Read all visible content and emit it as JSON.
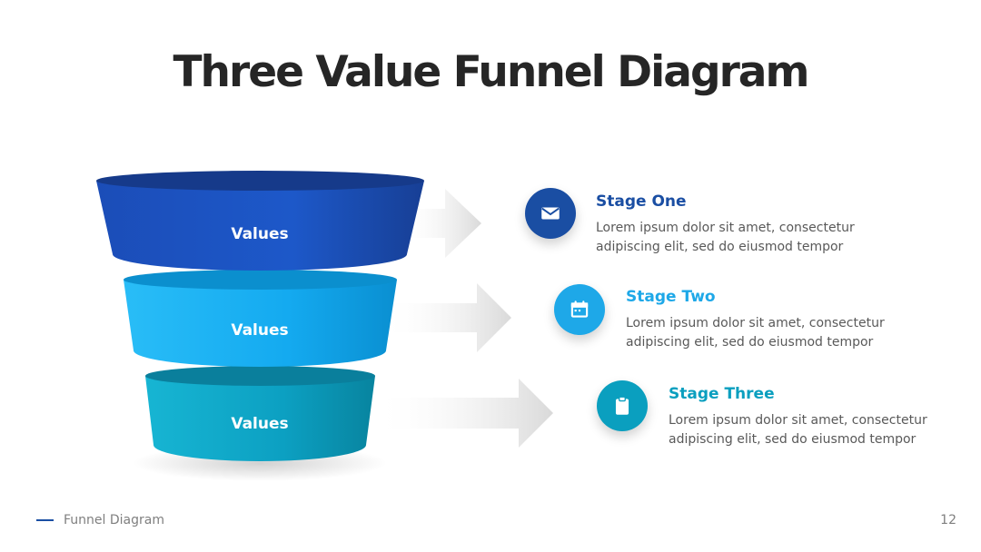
{
  "title": "Three Value Funnel Diagram",
  "funnel": [
    {
      "label": "Values",
      "color_top": "#1a3f98",
      "color_body": "#1c55c4"
    },
    {
      "label": "Values",
      "color_top": "#0a8fd6",
      "color_body": "#18adf0"
    },
    {
      "label": "Values",
      "color_top": "#077f9e",
      "color_body": "#0ea2c2"
    }
  ],
  "stages": [
    {
      "title": "Stage One",
      "line1": "Lorem ipsum dolor sit amet, consectetur",
      "line2": "adipiscing elit, sed do eiusmod tempor",
      "color": "#1a4ea3",
      "icon": "envelope-icon"
    },
    {
      "title": "Stage Two",
      "line1": "Lorem ipsum dolor sit amet, consectetur",
      "line2": "adipiscing elit, sed do eiusmod tempor",
      "color": "#1ea8e8",
      "icon": "calendar-icon"
    },
    {
      "title": "Stage Three",
      "line1": "Lorem ipsum dolor sit amet, consectetur",
      "line2": "adipiscing elit, sed do eiusmod tempor",
      "color": "#0a9fbf",
      "icon": "clipboard-icon"
    }
  ],
  "footer": {
    "label": "Funnel Diagram",
    "page": "12"
  }
}
